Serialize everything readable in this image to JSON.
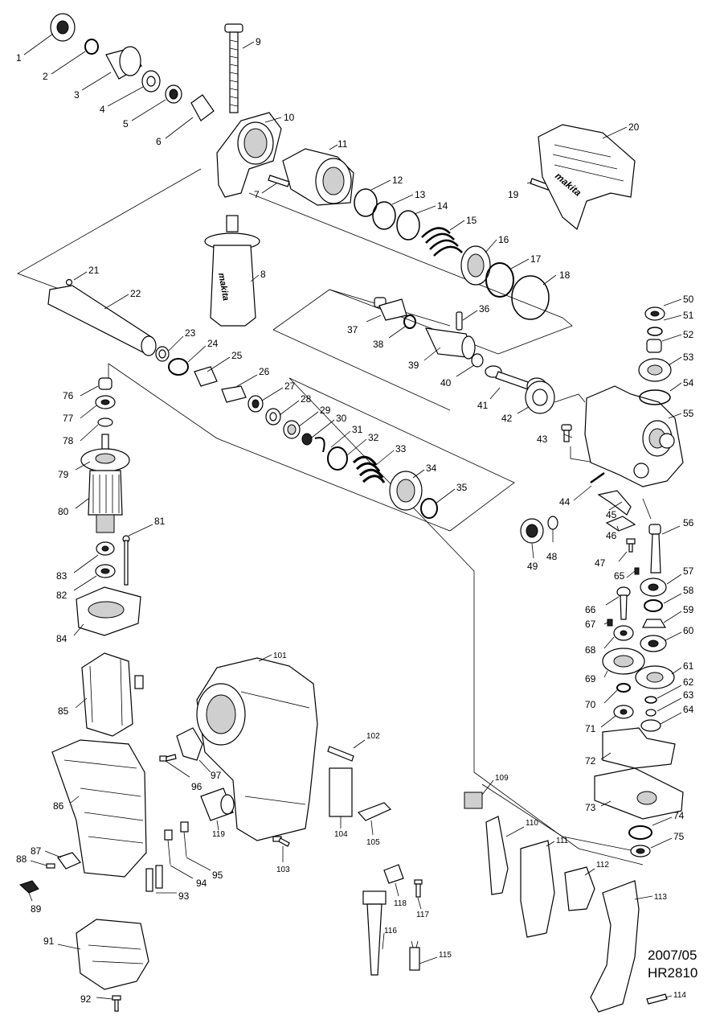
{
  "footer": {
    "date": "2007/05",
    "model": "HR2810"
  },
  "brand_mark": "makita",
  "callouts": [
    "1",
    "2",
    "3",
    "4",
    "5",
    "6",
    "7",
    "8",
    "9",
    "10",
    "11",
    "12",
    "13",
    "14",
    "15",
    "16",
    "17",
    "18",
    "19",
    "20",
    "21",
    "22",
    "23",
    "24",
    "25",
    "26",
    "27",
    "28",
    "29",
    "30",
    "31",
    "32",
    "33",
    "34",
    "35",
    "36",
    "37",
    "38",
    "39",
    "40",
    "41",
    "42",
    "43",
    "44",
    "45",
    "46",
    "47",
    "48",
    "49",
    "50",
    "51",
    "52",
    "53",
    "54",
    "55",
    "56",
    "57",
    "58",
    "59",
    "60",
    "61",
    "62",
    "63",
    "64",
    "65",
    "66",
    "67",
    "68",
    "69",
    "70",
    "71",
    "72",
    "73",
    "74",
    "75",
    "76",
    "77",
    "78",
    "79",
    "80",
    "81",
    "82",
    "83",
    "84",
    "85",
    "86",
    "87",
    "88",
    "89",
    "91",
    "92",
    "93",
    "94",
    "95",
    "96",
    "97",
    "101",
    "102",
    "103",
    "104",
    "105",
    "109",
    "110",
    "111",
    "112",
    "113",
    "114",
    "115",
    "116",
    "117",
    "118",
    "119"
  ]
}
